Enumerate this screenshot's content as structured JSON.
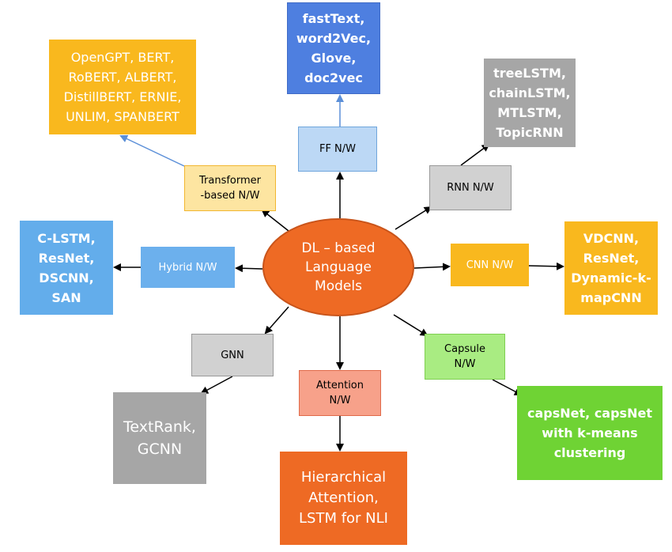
{
  "center": {
    "label": "DL – based\nLanguage\nModels"
  },
  "categories": {
    "ff": "FF N/W",
    "transformer": "Transformer\n-based N/W",
    "rnn": "RNN N/W",
    "hybrid": "Hybrid N/W",
    "cnn": "CNN N/W",
    "gnn": "GNN",
    "capsule": "Capsule\nN/W",
    "attention": "Attention\nN/W"
  },
  "models": {
    "ff": "fastText,\nword2Vec,\nGlove,\ndoc2vec",
    "transformer": "OpenGPT, BERT,\nRoBERT, ALBERT,\nDistillBERT, ERNIE,\nUNLIM, SPANBERT",
    "rnn": "treeLSTM,\nchainLSTM,\nMTLSTM,\nTopicRNN",
    "hybrid": "C-LSTM,\nResNet,\nDSCNN,\nSAN",
    "cnn": "VDCNN,\nResNet,\nDynamic-k-\nmapCNN",
    "gnn": "TextRank,\nGCNN",
    "capsule": "capsNet, capsNet\nwith k-means\nclustering",
    "attention": "Hierarchical\nAttention,\nLSTM for NLI"
  },
  "colors": {
    "arrow": "#000000",
    "arrow_blue": "#5b8fd8"
  }
}
